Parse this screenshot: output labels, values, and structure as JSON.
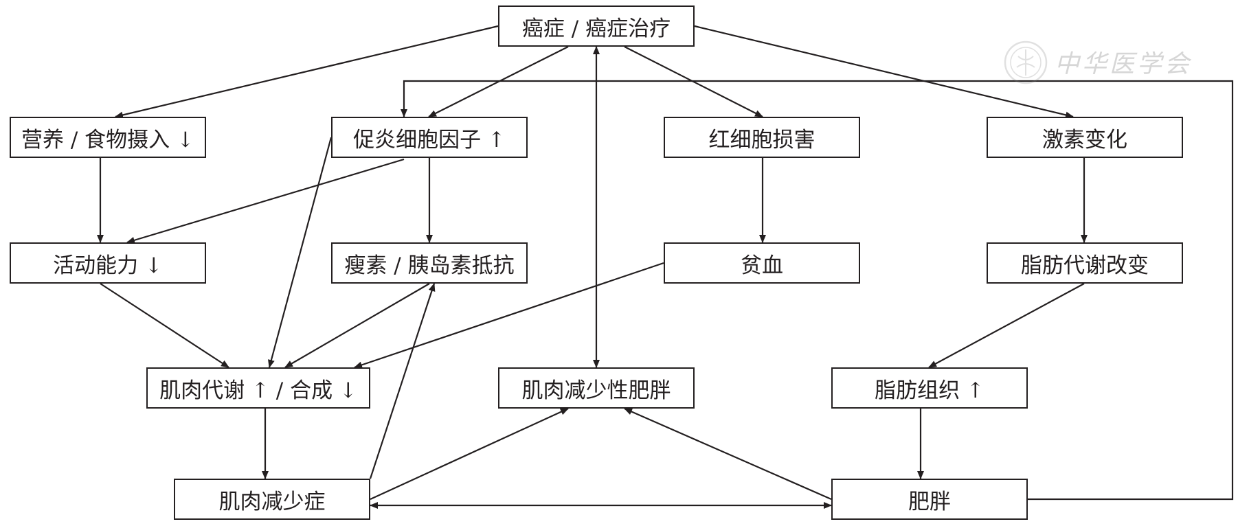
{
  "nodes": [
    {
      "id": "cancer",
      "label": "癌症 / 癌症治疗"
    },
    {
      "id": "nutrition",
      "label": "营养 / 食物摄入 ↓"
    },
    {
      "id": "inflammatory",
      "label": "促炎细胞因子 ↑"
    },
    {
      "id": "rbc",
      "label": "红细胞损害"
    },
    {
      "id": "hormone",
      "label": "激素变化"
    },
    {
      "id": "activity",
      "label": "活动能力 ↓"
    },
    {
      "id": "resistance",
      "label": "瘦素 / 胰岛素抵抗"
    },
    {
      "id": "anemia",
      "label": "贫血"
    },
    {
      "id": "fatmetab",
      "label": "脂肪代谢改变"
    },
    {
      "id": "musclemetab",
      "label": "肌肉代谢 ↑ / 合成 ↓"
    },
    {
      "id": "sarcobesity",
      "label": "肌肉减少性肥胖"
    },
    {
      "id": "adipose",
      "label": "脂肪组织 ↑"
    },
    {
      "id": "sarcopenia",
      "label": "肌肉减少症"
    },
    {
      "id": "obesity",
      "label": "肥胖"
    }
  ],
  "edges": [
    {
      "from": "cancer",
      "to": "nutrition",
      "direction": "forward"
    },
    {
      "from": "cancer",
      "to": "inflammatory",
      "direction": "forward"
    },
    {
      "from": "cancer",
      "to": "rbc",
      "direction": "forward"
    },
    {
      "from": "cancer",
      "to": "hormone",
      "direction": "forward"
    },
    {
      "from": "cancer",
      "to": "sarcobesity",
      "direction": "both"
    },
    {
      "from": "nutrition",
      "to": "activity",
      "direction": "forward"
    },
    {
      "from": "inflammatory",
      "to": "activity",
      "direction": "forward"
    },
    {
      "from": "inflammatory",
      "to": "resistance",
      "direction": "forward"
    },
    {
      "from": "inflammatory",
      "to": "musclemetab",
      "direction": "forward"
    },
    {
      "from": "rbc",
      "to": "anemia",
      "direction": "forward"
    },
    {
      "from": "hormone",
      "to": "fatmetab",
      "direction": "forward"
    },
    {
      "from": "activity",
      "to": "musclemetab",
      "direction": "forward"
    },
    {
      "from": "resistance",
      "to": "musclemetab",
      "direction": "forward"
    },
    {
      "from": "anemia",
      "to": "musclemetab",
      "direction": "forward"
    },
    {
      "from": "fatmetab",
      "to": "adipose",
      "direction": "forward"
    },
    {
      "from": "musclemetab",
      "to": "sarcopenia",
      "direction": "forward"
    },
    {
      "from": "adipose",
      "to": "obesity",
      "direction": "forward"
    },
    {
      "from": "sarcopenia",
      "to": "resistance",
      "direction": "forward"
    },
    {
      "from": "sarcopenia",
      "to": "sarcobesity",
      "direction": "forward"
    },
    {
      "from": "obesity",
      "to": "sarcobesity",
      "direction": "forward"
    },
    {
      "from": "sarcopenia",
      "to": "obesity",
      "direction": "both"
    },
    {
      "from": "obesity",
      "to": "inflammatory",
      "direction": "forward",
      "route": "loop"
    }
  ],
  "watermark": {
    "seal_icon": "seal-icon",
    "text": "中华医学会"
  },
  "colors": {
    "line": "#231f20",
    "box_fill": "#ffffff",
    "text": "#231f20"
  }
}
